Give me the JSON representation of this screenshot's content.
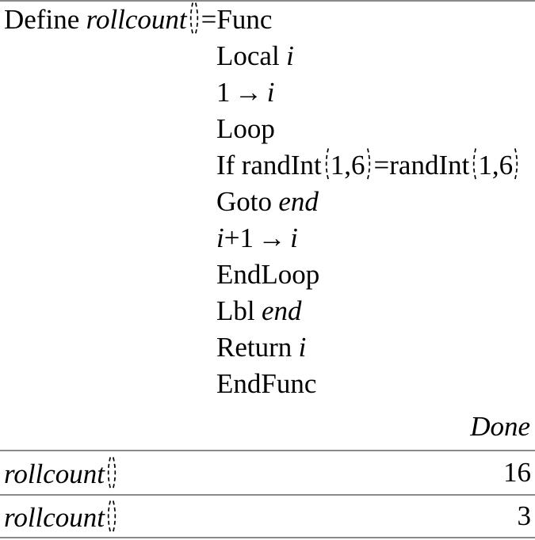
{
  "colors": {
    "background": "#ffffff",
    "text": "#000000",
    "divider": "#8a8a8a"
  },
  "history": {
    "define_line": {
      "keyword": "Define",
      "function_name": "rollcount",
      "equals": "=",
      "func_keyword": "Func"
    },
    "body": {
      "local": {
        "keyword": "Local",
        "variable": "i"
      },
      "init": {
        "value": "1",
        "arrow": "→",
        "variable": "i"
      },
      "loop_keyword": "Loop",
      "if_line": {
        "keyword": "If",
        "function1": "randInt",
        "args1": "1,6",
        "equals": "=",
        "function2": "randInt",
        "args2": "1,6"
      },
      "goto_line": {
        "keyword": "Goto",
        "label": "end"
      },
      "increment": {
        "variable1": "i",
        "operation": "+1",
        "arrow": "→",
        "variable2": "i"
      },
      "endloop_keyword": "EndLoop",
      "lbl_line": {
        "keyword": "Lbl",
        "label": "end"
      },
      "return_line": {
        "keyword": "Return",
        "variable": "i"
      },
      "endfunc_keyword": "EndFunc"
    },
    "status": "Done"
  },
  "results": [
    {
      "expression": "rollcount",
      "value": "16"
    },
    {
      "expression": "rollcount",
      "value": "3"
    }
  ]
}
